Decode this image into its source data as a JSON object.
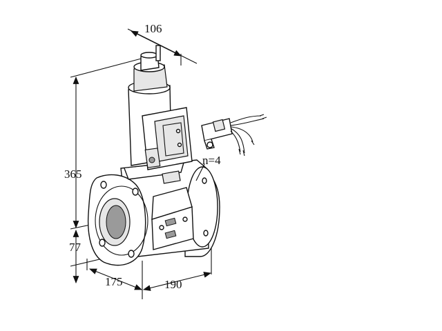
{
  "dimensions": {
    "top_width": "106",
    "height_total": "365",
    "height_base": "77",
    "depth": "175",
    "face_length": "190",
    "bolt_count": "n=4"
  },
  "colors": {
    "line": "#111111",
    "shade": "#e6e6e6",
    "dark": "#9a9a9a",
    "background": "#ffffff"
  }
}
